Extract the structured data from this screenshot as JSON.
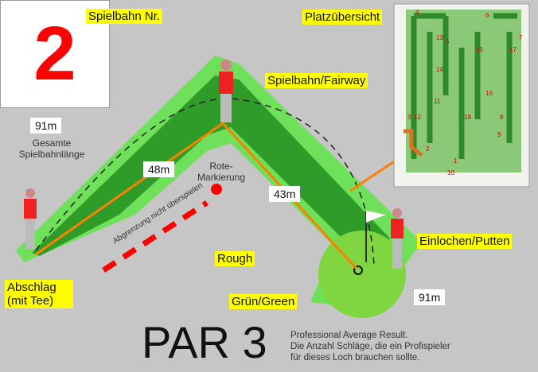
{
  "hole_number": "2",
  "labels": {
    "hole_no": "Spielbahn Nr.",
    "overview": "Platzübersicht",
    "fairway": "Spielbahn/Fairway",
    "total_length": "91m",
    "total_length_label": "Gesamte Spielbahnlänge",
    "dist1": "48m",
    "dist2": "43m",
    "red_marker": "Rote-Markierung",
    "boundary": "Abgrenzung nicht überspielen",
    "rough": "Rough",
    "putting": "Einlochen/Putten",
    "green": "Grün/Green",
    "tee": "Abschlag (mit Tee)",
    "length_right": "91m",
    "par": "PAR 3",
    "note_lines": [
      "Professional Average Result.",
      "Die Anzahl Schläge, die ein Profispieler",
      "für dieses Loch brauchen sollte."
    ]
  },
  "overview_holes": [
    "1",
    "2",
    "3",
    "4",
    "5",
    "6",
    "7",
    "8",
    "9",
    "10",
    "11",
    "12",
    "13",
    "14",
    "15",
    "16",
    "17",
    "18"
  ],
  "colors": {
    "background": "#c6c6c6",
    "fairway": "#2e9e2e",
    "rough": "#6fe05a",
    "label": "#ffff00",
    "distance_line": "#ff8000",
    "marker": "#ff0000"
  }
}
